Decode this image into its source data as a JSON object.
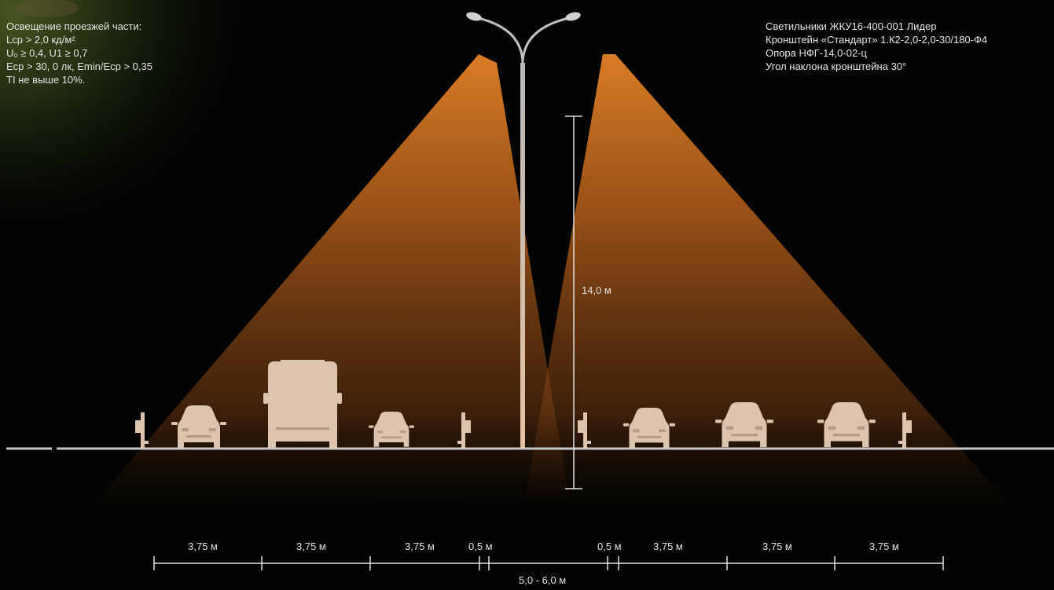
{
  "requirements": {
    "heading": "Освещение проезжей части:",
    "lines": [
      "Lср > 2,0 кд/м²",
      "U₀ ≥ 0,4, U1 ≥ 0,7",
      "Eср > 30, 0 лк, Emin/Eср > 0,35",
      "TI не выше 10%."
    ]
  },
  "equipment": {
    "lines": [
      "Светильники ЖКУ16-400-001 Лидер",
      "Кронштейн «Стандарт» 1.К2-2,0-2,0-30/180-Ф4",
      "Опора НФГ-14,0-02-ц",
      "Угол наклона кронштейна 30°"
    ]
  },
  "height_label": "14,0 м",
  "lane_labels": [
    "3,75 м",
    "3,75 м",
    "3,75 м",
    "0,5 м",
    "0,5 м",
    "3,75 м",
    "3,75 м",
    "3,75 м"
  ],
  "median_label": "5,0 - 6,0 м",
  "colors": {
    "background": "#020302",
    "light_cone": "#f08a2a",
    "silhouette": "#dcc4ae",
    "ground": "#c8c8c8",
    "text": "#e4e4e4",
    "foliage": "#3b4a1c"
  },
  "icons": {
    "pole": "street-lamp-icon",
    "car": "car-silhouette-icon",
    "truck": "truck-silhouette-icon",
    "barrier": "road-barrier-icon"
  }
}
